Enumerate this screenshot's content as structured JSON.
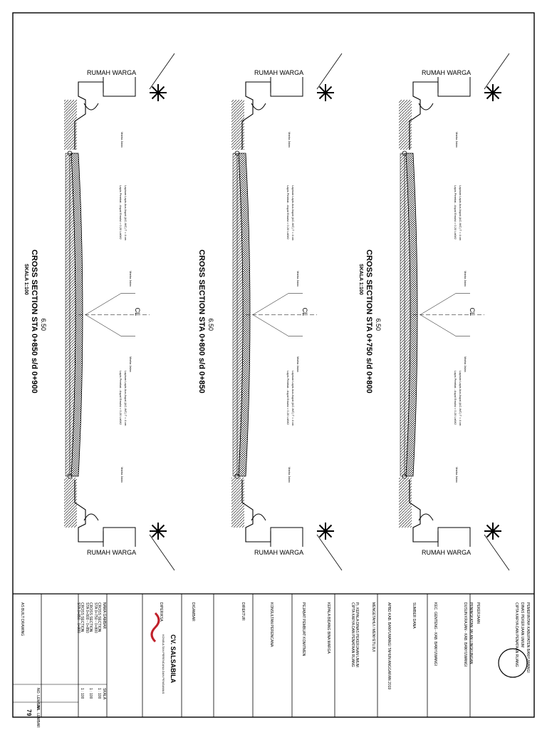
{
  "sections": [
    {
      "title": "CROSS SECTION STA 0+850 s/d 0+900",
      "scale": "SKALA 1:100",
      "width": "6.50",
      "house_label": "RUMAH WARGA",
      "curb_label": "Marka Jalan",
      "center_label": "Marka Jalan",
      "layer_top": "Lapisan Lapis Aus Aspal (AC-WC) T = 4 cm",
      "layer_prime": "Lapis Perekat - Aspal Emulsi = 0.20 Ltr/M2",
      "cl": "CL"
    },
    {
      "title": "CROSS SECTION STA 0+800 s/d 0+850",
      "scale": "",
      "width": "6.50",
      "house_label": "RUMAH WARGA",
      "curb_label": "Marka Jalan",
      "center_label": "Marka Jalan",
      "layer_top": "Lapisan Lapis Aus Aspal (AC-WC) T = 4 cm",
      "layer_prime": "Lapis Perekat - Aspal Emulsi = 0.20 Ltr/M2",
      "cl": "CL"
    },
    {
      "title": "CROSS SECTION STA 0+750 s/d 0+800",
      "scale": "SKALA 1:100",
      "width": "6.50",
      "house_label": "RUMAH WARGA",
      "curb_label": "Marka Jalan",
      "center_label": "Marka Jalan",
      "layer_top": "Lapisan Lapis Aus Aspal (AC-WC) T = 4 cm",
      "layer_prime": "Lapis Perekat - Aspal Emulsi = 0.20 Ltr/M2",
      "cl": "CL"
    }
  ],
  "title_block": {
    "agency_1": "PEMERINTAH KABUPATEN BANYUWANGI",
    "agency_2": "DINAS PEKERJAAN UMUM",
    "agency_3": "CIPTA KARYA DAN PENATAAN RUANG",
    "job_label": "PEKERJAAN",
    "job_1": "PENINGKATAN JALAN LINGKUNGAN",
    "job_2": "DUSUN KRAJAN - KAB. BANYUWANGI",
    "location": "KEC. GENTENG - KAB. BANYUWANGI",
    "funding_label": "SUMBER DANA",
    "funding": "APBD KAB. BANYUWANGI TAHUN ANGGARAN 2019",
    "approved_label": "MENGETAHUI / MENYETUJUI",
    "official_1": "Pj. KEPALA DINAS PEKERJAAN UMUM",
    "official_2": "CIPTA KARYA DAN PENATAAN RUANG",
    "official_3": "KEPALA BIDANG BINA MARGA",
    "official_4": "PEJABAT PEMBUAT KOMITMEN",
    "consultant_label": "KONSULTAN PERENCANA",
    "consultant_name": "CV. SALSABILA",
    "consultant_sub": "KONSULTAN PERENCANA DAN PENGAWAS",
    "director": "DIREKTUR",
    "drafter_label": "DIGAMBAR",
    "checked_label": "DIPERIKSA",
    "drawing_title_label": "NAMA GAMBAR",
    "scale_header": "SKALA",
    "rows": [
      {
        "name": "CROSS SECTION",
        "sta": "STA 0+750 - 0+800",
        "scale": "1 : 100"
      },
      {
        "name": "CROSS SECTION",
        "sta": "STA 0+800 - 0+850",
        "scale": "1 : 100"
      },
      {
        "name": "CROSS SECTION",
        "sta": "STA 0+850 - 0+900",
        "scale": "1 : 100"
      }
    ],
    "sheet_label": "NO. LEMBAR",
    "sheet_total_label": "JML. LEMBAR",
    "sheet_no": "7",
    "sheet_total": "9",
    "as_built": "AS BUILT DRAWING"
  }
}
